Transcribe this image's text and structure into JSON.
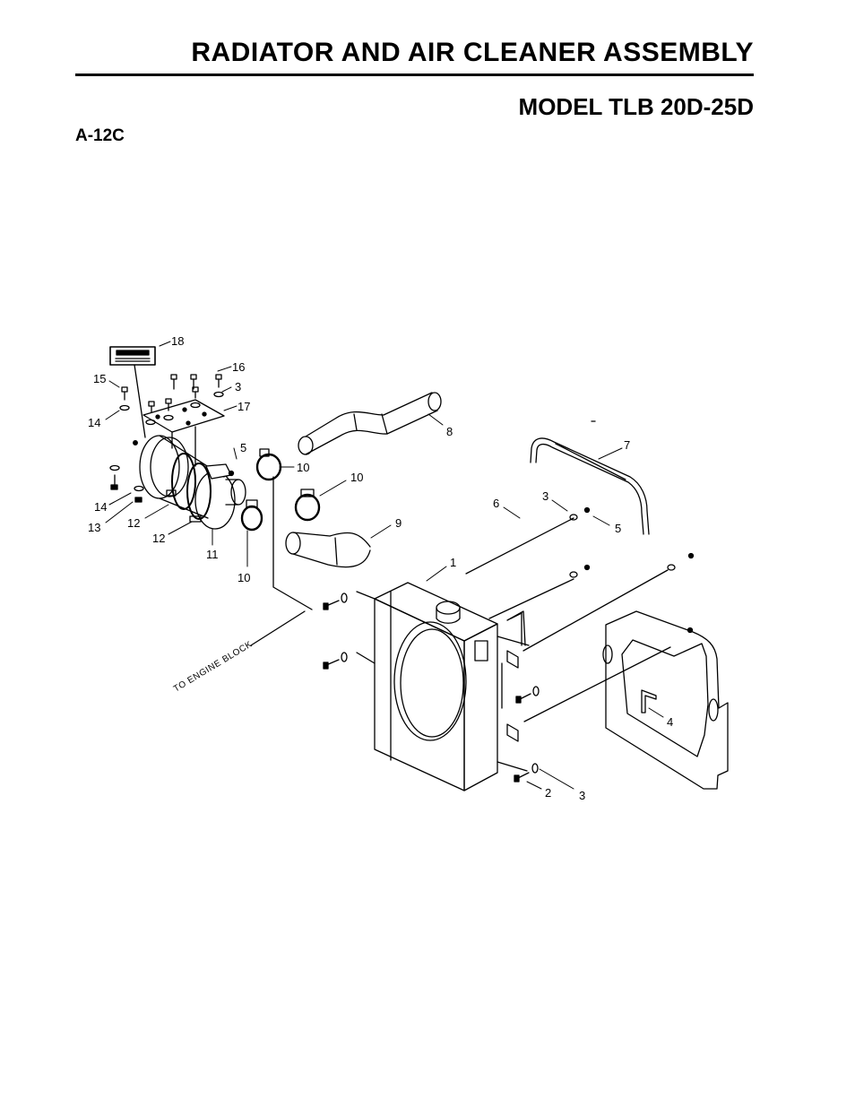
{
  "header": {
    "title": "RADIATOR AND AIR CLEANER ASSEMBLY",
    "model": "MODEL TLB 20D-25D",
    "figure_ref": "A-12C"
  },
  "diagram": {
    "callouts": {
      "c1": "1",
      "c2": "2",
      "c3a": "3",
      "c3b": "3",
      "c3c": "3",
      "c4": "4",
      "c5a": "5",
      "c5b": "5",
      "c6": "6",
      "c7": "7",
      "c8": "8",
      "c9": "9",
      "c10a": "10",
      "c10b": "10",
      "c10c": "10",
      "c11": "11",
      "c12a": "12",
      "c12b": "12",
      "c13": "13",
      "c14a": "14",
      "c14b": "14",
      "c15": "15",
      "c16": "16",
      "c17": "17",
      "c18": "18"
    },
    "engine_note": "TO ENGINE BLOCK"
  }
}
